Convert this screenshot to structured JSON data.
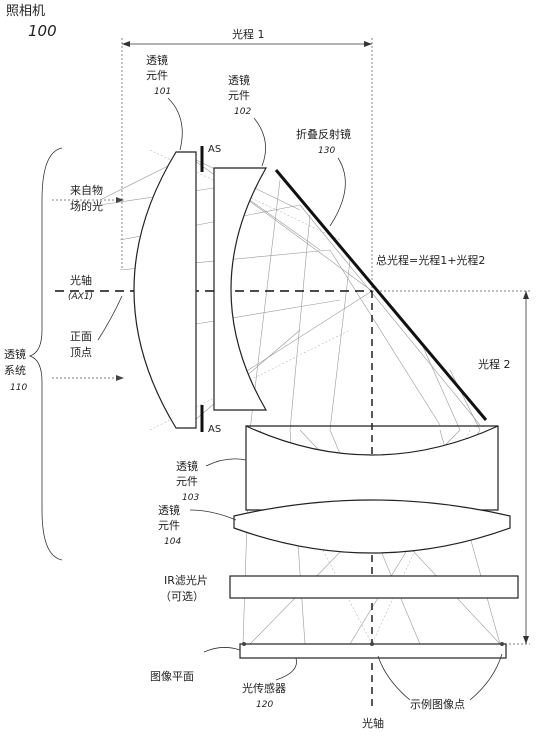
{
  "camera": {
    "title": "照相机",
    "number": "100"
  },
  "lens_system": {
    "label_line1": "透镜",
    "label_line2": "系统",
    "number": "110"
  },
  "light_from_object": {
    "line1": "来自物",
    "line2": "场的光"
  },
  "optical_axis_left": {
    "label": "光轴",
    "code": "(AX1)"
  },
  "front_vertex": {
    "line1": "正面",
    "line2": "顶点"
  },
  "lens101": {
    "line1": "透镜",
    "line2": "元件",
    "number": "101"
  },
  "lens102": {
    "line1": "透镜",
    "line2": "元件",
    "number": "102"
  },
  "mirror": {
    "line1": "折叠反射镜",
    "number": "130"
  },
  "aperture_top": "AS",
  "aperture_bottom": "AS",
  "path1": "光程 1",
  "path2": "光程 2",
  "total_path": "总光程=光程1+光程2",
  "lens103": {
    "line1": "透镜",
    "line2": "元件",
    "number": "103"
  },
  "lens104": {
    "line1": "透镜",
    "line2": "元件",
    "number": "104"
  },
  "ir_filter": {
    "line1": "IR滤光片",
    "line2": "（可选）"
  },
  "image_plane": "图像平面",
  "sensor": {
    "label": "光传感器",
    "number": "120"
  },
  "example_points": "示例图像点",
  "optical_axis_bottom": "光轴"
}
